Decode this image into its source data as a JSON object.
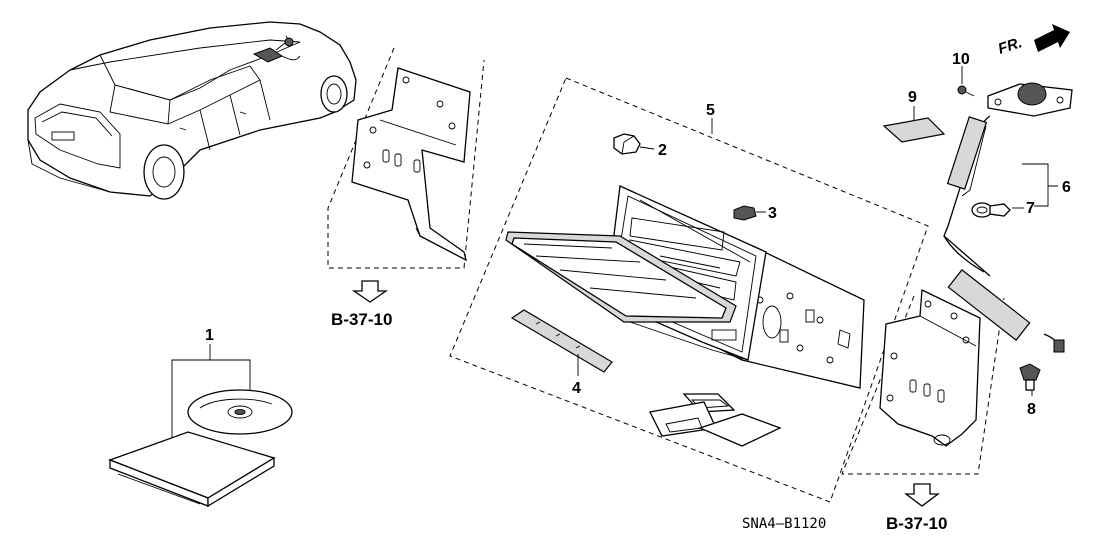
{
  "callouts": {
    "c1": "1",
    "c2": "2",
    "c3": "3",
    "c4": "4",
    "c5": "5",
    "c6": "6",
    "c7": "7",
    "c8": "8",
    "c9": "9",
    "c10": "10"
  },
  "references": {
    "left": "B-37-10",
    "right": "B-37-10"
  },
  "direction_label": "FR.",
  "diagram_code": "SNA4—B1120",
  "icons": {
    "vehicle": "car-rear-view-icon",
    "direction": "front-arrow-icon",
    "ref_arrow": "hollow-down-arrow-icon"
  }
}
